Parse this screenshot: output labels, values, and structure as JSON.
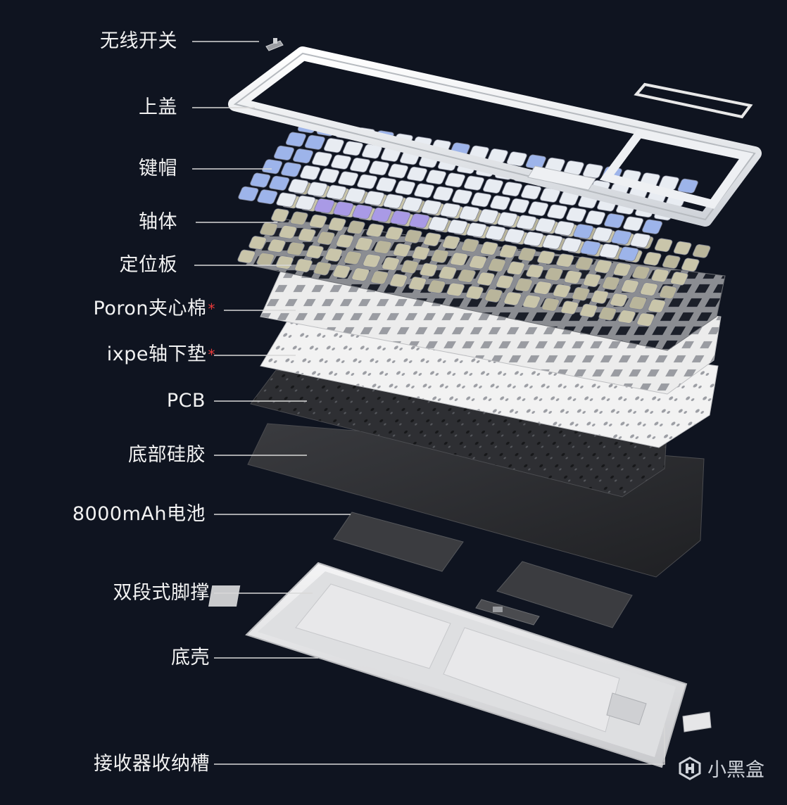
{
  "labels": [
    {
      "id": "wireless-switch",
      "text": "无线开关",
      "asterisk": false
    },
    {
      "id": "top-cover",
      "text": "上盖",
      "asterisk": false
    },
    {
      "id": "keycaps",
      "text": "键帽",
      "asterisk": false
    },
    {
      "id": "switches",
      "text": "轴体",
      "asterisk": false
    },
    {
      "id": "plate",
      "text": "定位板",
      "asterisk": false
    },
    {
      "id": "poron-foam",
      "text": "Poron夹心棉",
      "asterisk": true
    },
    {
      "id": "ixpe-pad",
      "text": "ixpe轴下垫",
      "asterisk": true
    },
    {
      "id": "pcb",
      "text": "PCB",
      "asterisk": false
    },
    {
      "id": "bottom-silicone",
      "text": "底部硅胶",
      "asterisk": false
    },
    {
      "id": "battery",
      "text": "8000mAh电池",
      "asterisk": false
    },
    {
      "id": "feet",
      "text": "双段式脚撑",
      "asterisk": false
    },
    {
      "id": "bottom-case",
      "text": "底壳",
      "asterisk": false
    },
    {
      "id": "receiver-slot",
      "text": "接收器收纳槽",
      "asterisk": false
    }
  ],
  "asterisk_symbol": "*",
  "watermark": {
    "text": "小黑盒",
    "icon": "heybox-logo-icon"
  },
  "colors": {
    "background": "#0f1420",
    "label_text": "#f2f2f2",
    "leader_line": "#d8d8d8",
    "asterisk": "#e83a3a",
    "frame": "#eef0f3",
    "keycap_white": "#e8ecf2",
    "keycap_blue": "#9db4ea",
    "keycap_purple": "#a99ae6",
    "switch_beige": "#c9c5aa",
    "plate_gray": "#8a8c90",
    "foam_white": "#e6e6e6",
    "pcb_dark": "#2d2e31",
    "silicone_dark": "#232427",
    "battery_dark": "#3a3b3e",
    "case_white": "#e9e9ea"
  }
}
